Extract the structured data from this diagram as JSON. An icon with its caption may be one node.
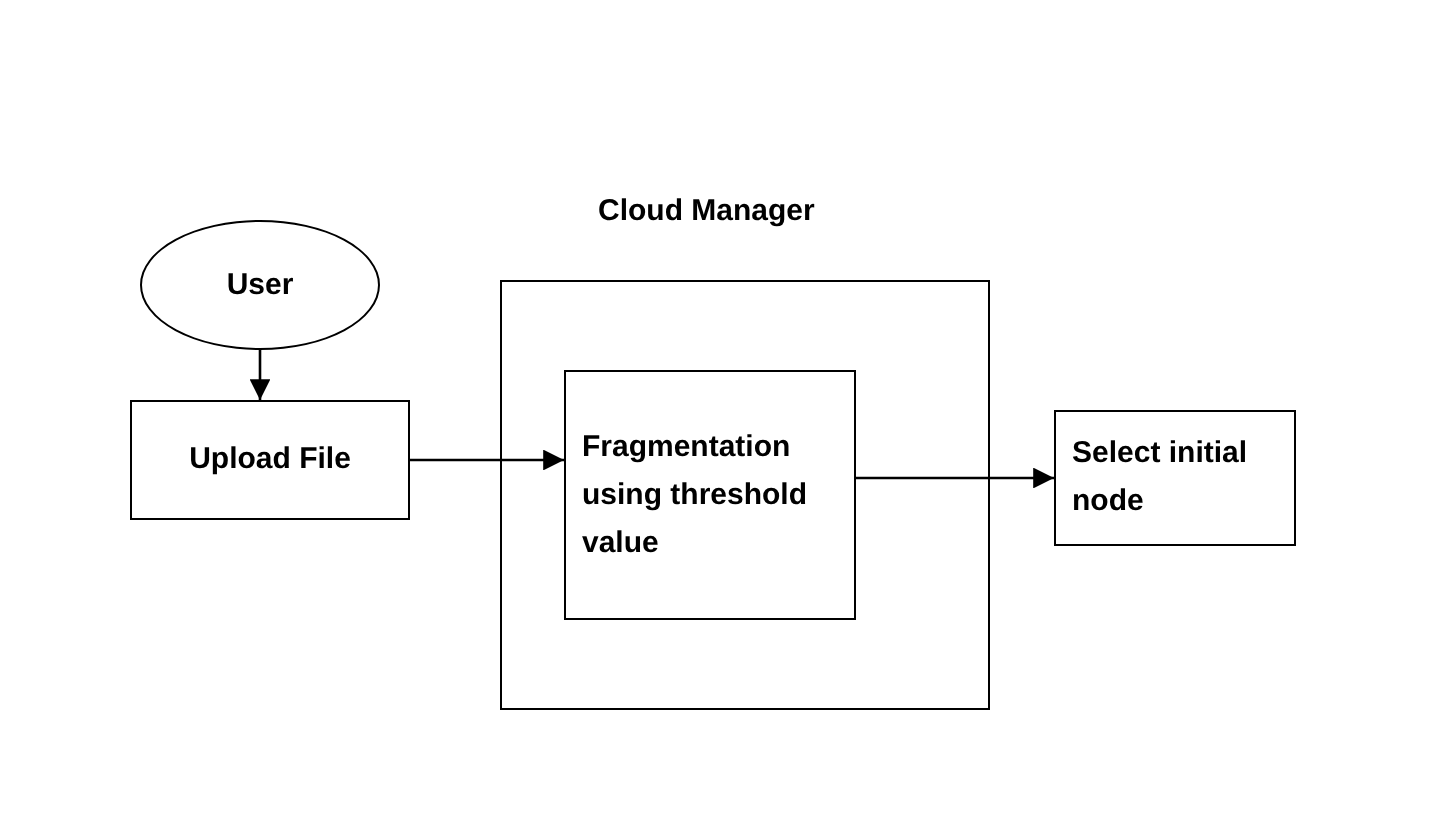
{
  "diagram": {
    "nodes": [
      {
        "text": [
          "User"
        ]
      },
      {
        "text": [
          "Upload File"
        ]
      },
      {
        "text": [
          "Cloud Manager"
        ]
      },
      {
        "text": [
          "Fragmentation using threshold value"
        ],
        "in": 2
      },
      {
        "text": [
          "Select initial node"
        ]
      }
    ],
    "edges": [
      {
        "from": 0,
        "to": 1,
        "arrow": "to"
      },
      {
        "from": 1,
        "to": 3,
        "arrow": "to"
      },
      {
        "from": 3,
        "to": 4,
        "arrow": "to"
      }
    ]
  }
}
